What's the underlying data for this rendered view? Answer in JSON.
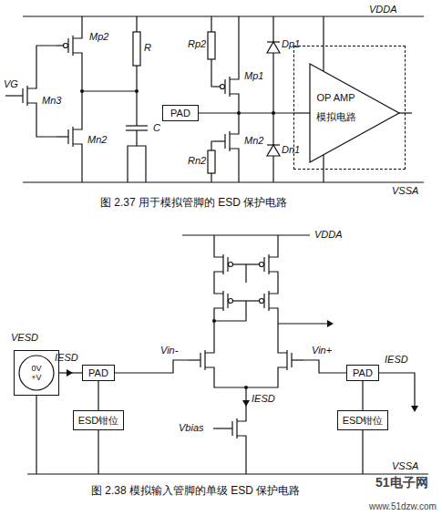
{
  "diagram": {
    "nodes": [
      {
        "text": [
          "PAD"
        ]
      },
      {
        "text": [
          "OP AMP",
          "模拟电路"
        ]
      },
      {
        "text": [
          "0V",
          "+V"
        ]
      },
      {
        "text": [
          "PAD"
        ]
      },
      {
        "text": [
          "PAD"
        ]
      },
      {
        "text": [
          "ESD钳位"
        ]
      },
      {
        "text": [
          "ESD钳位"
        ]
      }
    ],
    "edges": [
      {
        "from": 0,
        "to": 1,
        "arrow": "none"
      },
      {
        "from": 2,
        "to": 3,
        "arrow": "none"
      },
      {
        "from": 3,
        "to": 5,
        "arrow": "none"
      },
      {
        "from": 4,
        "to": 6,
        "arrow": "none"
      }
    ],
    "labels": [
      "VDDA",
      "Mp2",
      "VG",
      "Mn3",
      "R",
      "C",
      "Mn2",
      "Rp2",
      "Dp1",
      "Mp1",
      "Mn2",
      "Rn2",
      "Dn1",
      "VSSA",
      "图 2.37  用于模拟管脚的 ESD 保护电路",
      "VDDA",
      "VESD",
      "IESD",
      "Vin-",
      "Vin+",
      "IESD",
      "IESD",
      "Vbias",
      "VSSA",
      "图 2.38  模拟输入管脚的单级 ESD 保护电路",
      "51电子网",
      "www.51dzw.com"
    ]
  }
}
